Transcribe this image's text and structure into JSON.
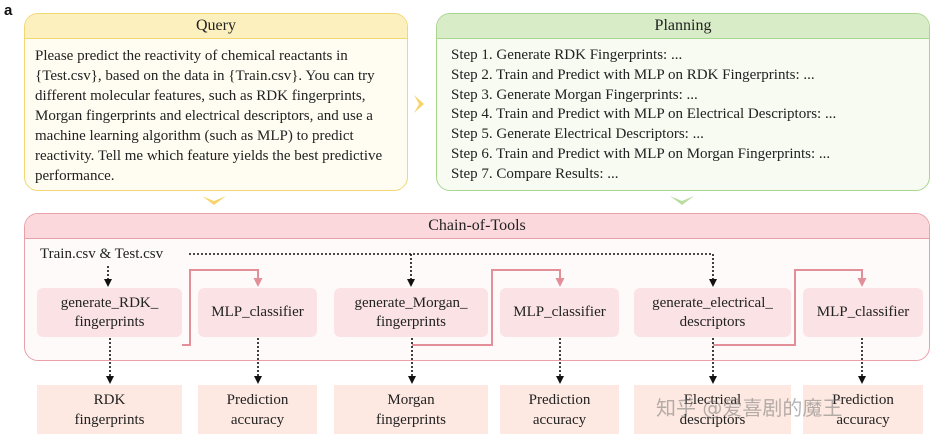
{
  "panel_label": "a",
  "query": {
    "title": "Query",
    "text": "Please predict the reactivity of chemical reactants in {Test.csv}, based on the data in {Train.csv}. You can try different molecular features, such as RDK fingerprints, Morgan fingerprints and electrical descriptors, and use a machine learning algorithm (such as MLP) to predict reactivity. Tell me which feature yields the best predictive performance."
  },
  "planning": {
    "title": "Planning",
    "steps": [
      "Step 1. Generate RDK Fingerprints: ...",
      "Step 2. Train and Predict with MLP on RDK Fingerprints: ...",
      "Step 3. Generate Morgan Fingerprints: ...",
      "Step 4. Train and Predict with MLP on Electrical Descriptors: ...",
      "Step 5. Generate Electrical Descriptors: ...",
      "Step 6. Train and Predict with MLP on Morgan Fingerprints: ...",
      "Step 7. Compare Results: ..."
    ]
  },
  "chain": {
    "title": "Chain-of-Tools",
    "inputs": "Train.csv & Test.csv",
    "tools": [
      {
        "line1": "generate_RDK_",
        "line2": "fingerprints"
      },
      {
        "line1": "MLP_classifier",
        "line2": ""
      },
      {
        "line1": "generate_Morgan_",
        "line2": "fingerprints"
      },
      {
        "line1": "MLP_classifier",
        "line2": ""
      },
      {
        "line1": "generate_electrical_",
        "line2": "descriptors"
      },
      {
        "line1": "MLP_classifier",
        "line2": ""
      }
    ]
  },
  "outputs": [
    {
      "line1": "RDK",
      "line2": "fingerprints"
    },
    {
      "line1": "Prediction",
      "line2": "accuracy"
    },
    {
      "line1": "Morgan",
      "line2": "fingerprints"
    },
    {
      "line1": "Prediction",
      "line2": "accuracy"
    },
    {
      "line1": "Electrical",
      "line2": "descriptors"
    },
    {
      "line1": "Prediction",
      "line2": "accuracy"
    }
  ],
  "watermark": "知乎 @爱喜剧的魔王",
  "colors": {
    "query_border": "#f2d775",
    "planning_border": "#a9d68e",
    "chain_border": "#e9a0a8",
    "flow_arrow": "#e28f9a",
    "tool_fill": "#fbe3e5",
    "output_fill": "#fde9e1"
  }
}
